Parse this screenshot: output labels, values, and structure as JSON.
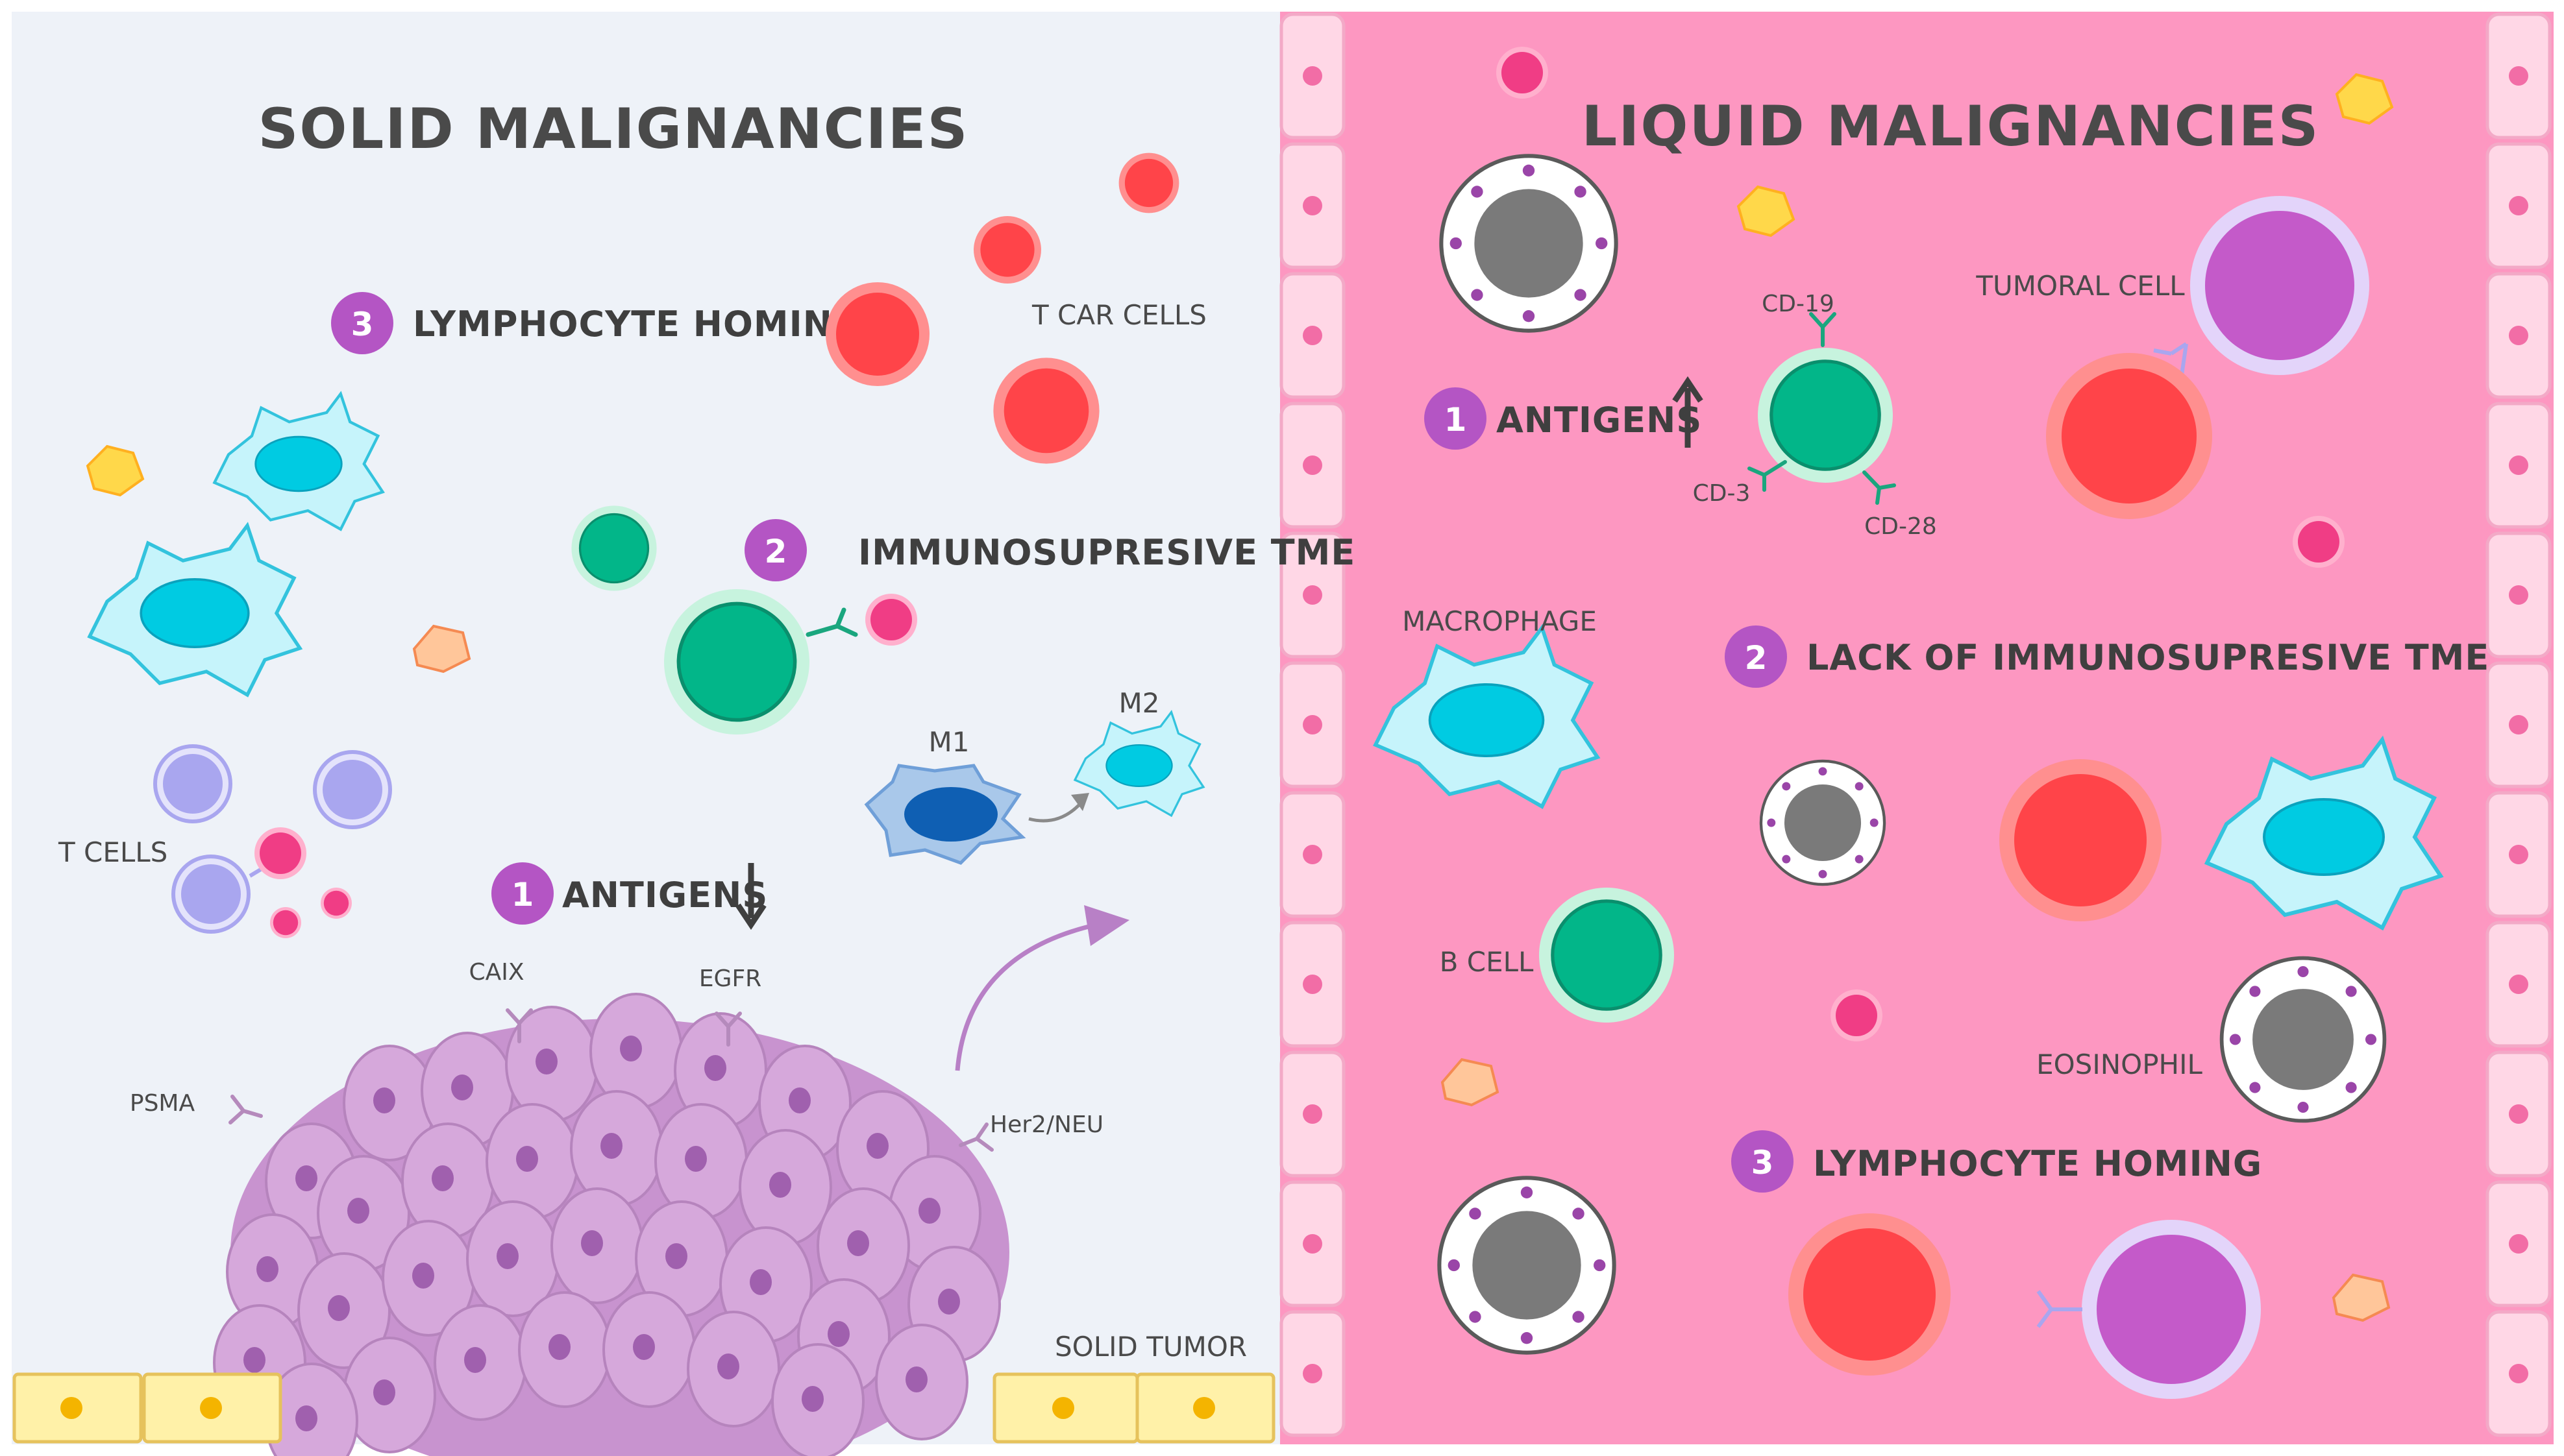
{
  "solid": {
    "title": "SOLID MALIGNANCIES",
    "step3": {
      "num": "3",
      "text": "LYMPHOCYTE HOMING"
    },
    "step2": {
      "num": "2",
      "text": "IMMUNOSUPRESIVE TME"
    },
    "step1": {
      "num": "1",
      "text": "ANTIGENS"
    },
    "tcar_label": "T CAR CELLS",
    "tcells_label": "T CELLS",
    "m1_label": "M1",
    "m2_label": "M2",
    "antigens": {
      "caix": "CAIX",
      "egfr": "EGFR",
      "psma": "PSMA",
      "her2": "Her2/NEU"
    },
    "tumor_label": "SOLID TUMOR"
  },
  "liquid": {
    "title": "LIQUID MALIGNANCIES",
    "step1": {
      "num": "1",
      "text": "ANTIGENS"
    },
    "step2": {
      "num": "2",
      "text": "LACK OF IMMUNOSUPRESIVE TME"
    },
    "step3": {
      "num": "3",
      "text": "LYMPHOCYTE HOMING"
    },
    "cd19": "CD-19",
    "cd3": "CD-3",
    "cd28": "CD-28",
    "tumoral_label": "TUMORAL CELL",
    "macrophage_label": "MACROPHAGE",
    "bcell_label": "B CELL",
    "eosinophil_label": "EOSINOPHIL"
  },
  "colors": {
    "solid_bg": "#eef2f8",
    "liquid_bg": "#fd97c1",
    "badge": "#b455c4",
    "tcar_red": "#ff4449",
    "green_cell": "#02b689",
    "cyan_macrophage": "#00cbe2",
    "tumor_purple": "#d6a8db",
    "t_cell_lavender": "#a9a6ef",
    "tumoral_magenta": "#c45ac9",
    "pink_dot": "#f03d85"
  }
}
